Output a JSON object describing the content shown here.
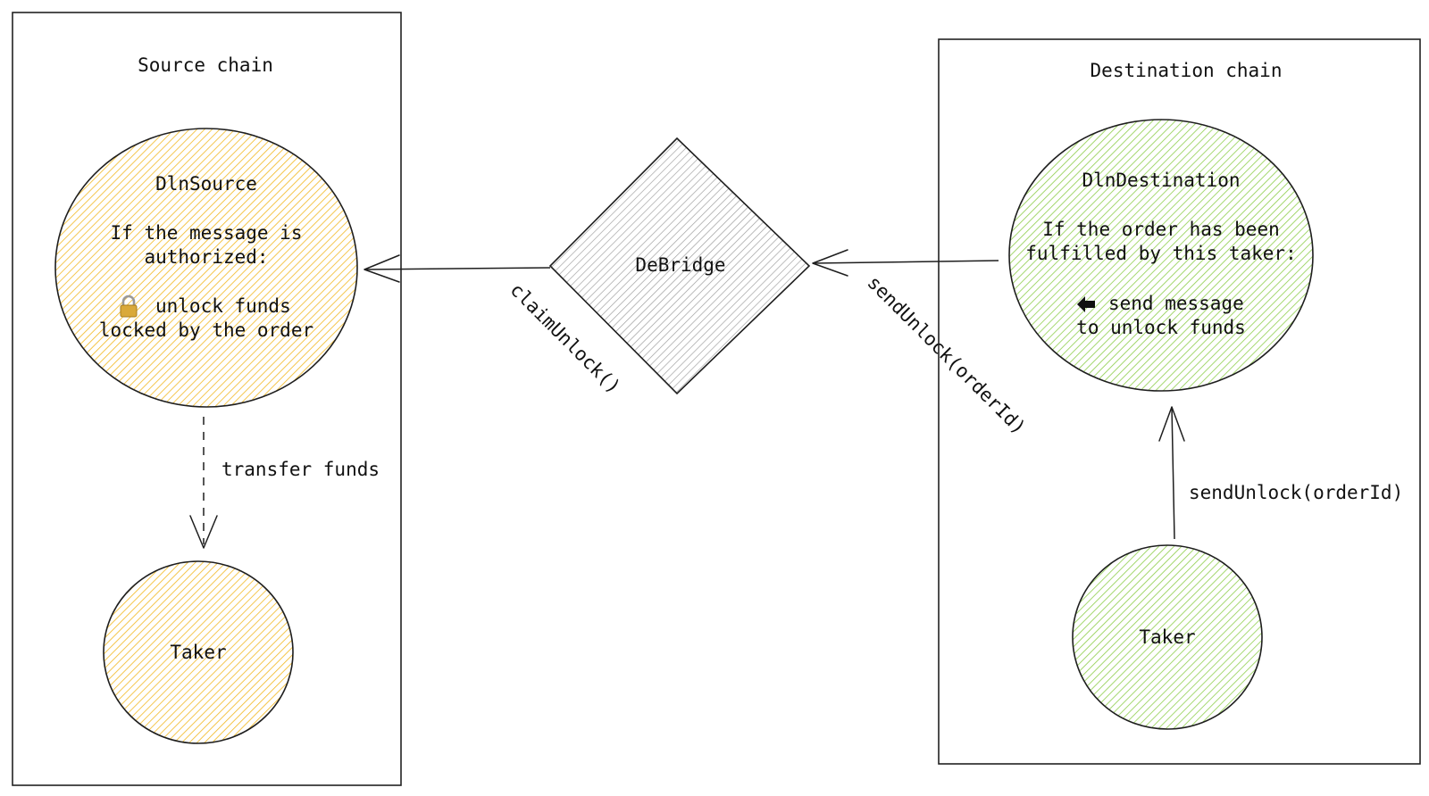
{
  "colors": {
    "source_fill": "#f5c842",
    "destination_fill": "#a6d96a",
    "bridge_fill": "#9e9e9e",
    "stroke": "#1e1e1e"
  },
  "source_chain": {
    "title": "Source chain",
    "dln_source": {
      "title": "DlnSource",
      "line1": "If the message is",
      "line2": "authorized:",
      "lock_icon": "lock-icon",
      "line3": "unlock funds",
      "line4": "locked by the order"
    },
    "transfer_label": "transfer funds",
    "taker": "Taker"
  },
  "bridge": {
    "title": "DeBridge",
    "claim_label": "claimUnlock()",
    "send_label": "sendUnlock(orderId)"
  },
  "destination_chain": {
    "title": "Destination chain",
    "dln_destination": {
      "title": "DlnDestination",
      "line1": "If the order has been",
      "line2": "fulfilled by this taker:",
      "arrow_icon": "left-arrow-icon",
      "line3": "send message",
      "line4": "to unlock funds"
    },
    "taker_label": "sendUnlock(orderId)",
    "taker": "Taker"
  }
}
